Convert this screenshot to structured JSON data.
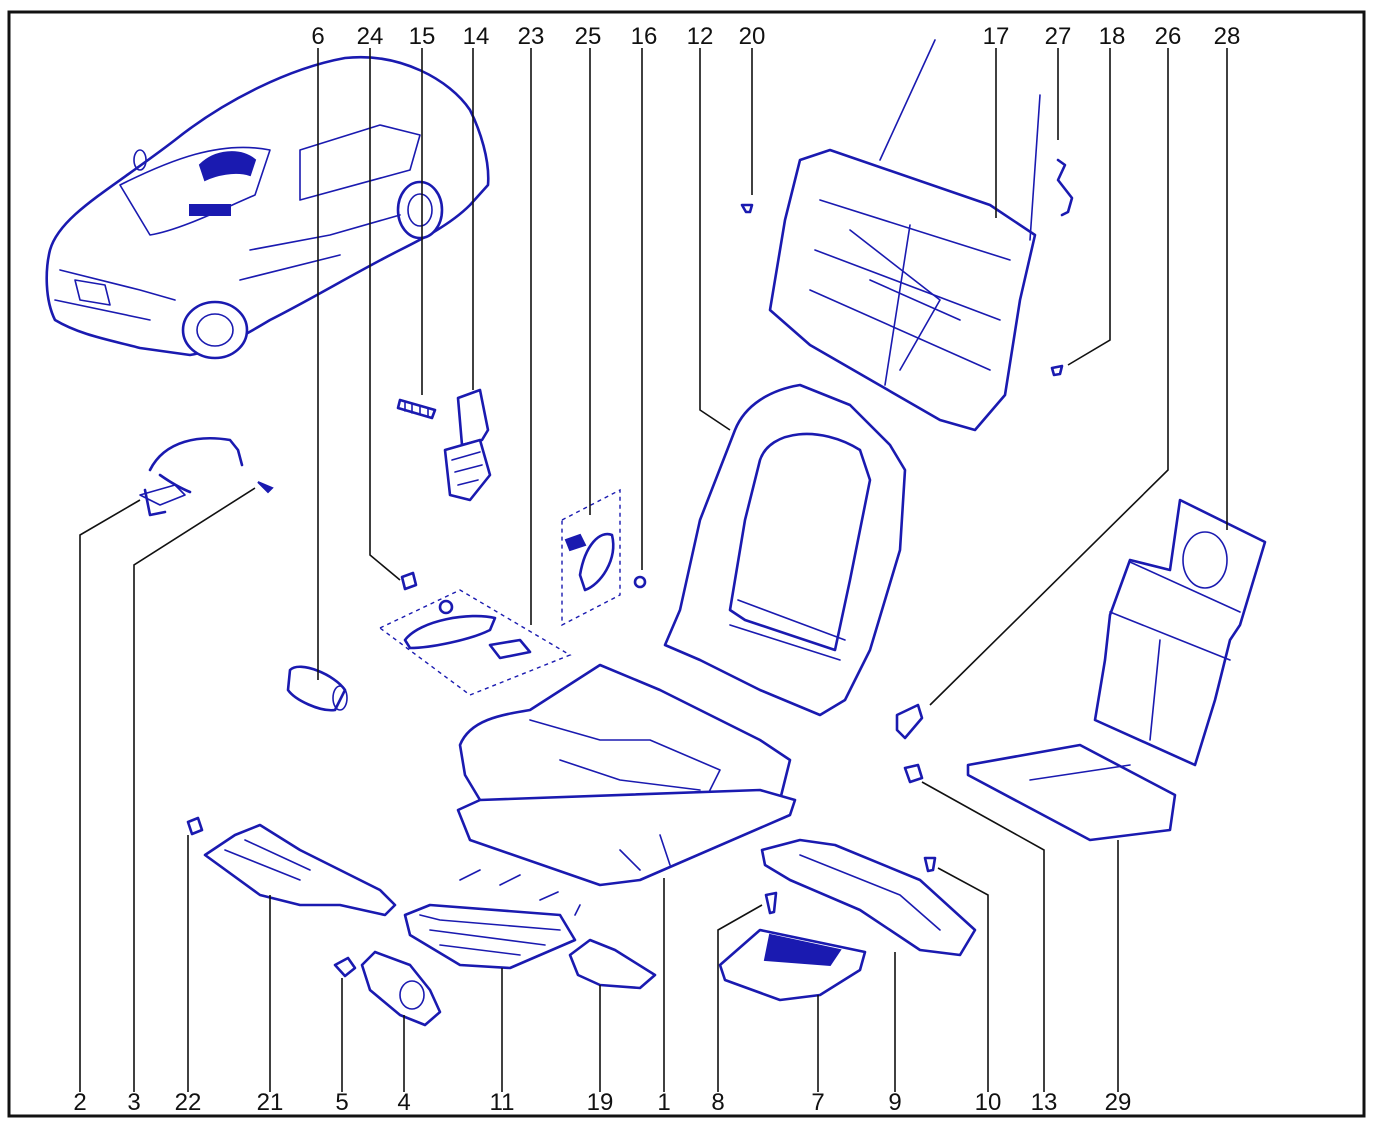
{
  "diagram": {
    "accent_color": "#1a1ab0",
    "top_labels": [
      "6",
      "24",
      "15",
      "14",
      "23",
      "25",
      "16",
      "12",
      "20",
      "17",
      "27",
      "18",
      "26",
      "28"
    ],
    "bottom_labels": [
      "2",
      "3",
      "22",
      "21",
      "5",
      "4",
      "11",
      "19",
      "1",
      "8",
      "7",
      "9",
      "10",
      "13",
      "29"
    ]
  }
}
